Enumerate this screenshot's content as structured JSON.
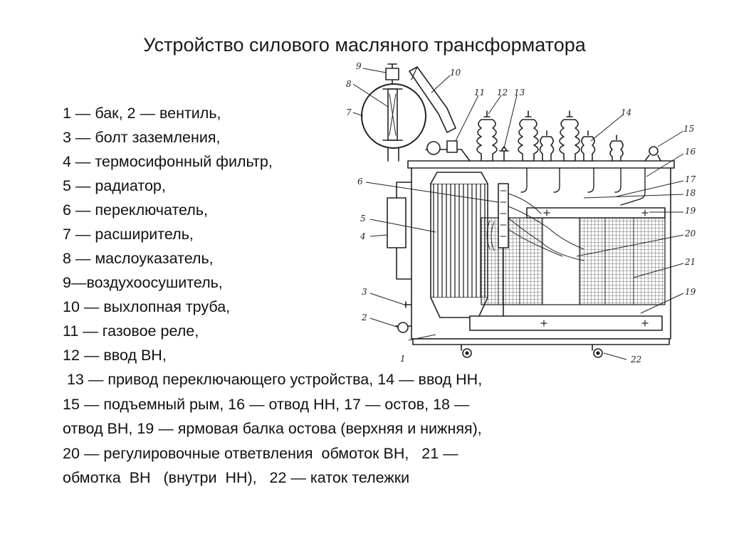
{
  "title": "Устройство силового масляного трансформатора",
  "legend_top": [
    "1 — бак, 2 — вентиль,",
    "3 — болт заземления,",
    "4 — термосифонный фильтр,",
    "5 — радиатор,",
    "6 — переключатель,",
    "7 — расширитель,",
    "8 — маслоуказатель,",
    "9—воздухоосушитель,",
    "10 — выхлопная труба,",
    "11 — газовое реле,",
    "12 — ввод ВН,"
  ],
  "legend_bottom": [
    " 13 — привод переключающего устройства, 14 — ввод НН,",
    "15 — подъемный рым, 16 — отвод НН, 17 — остов, 18 —",
    "отвод ВН, 19 — ярмовая балка остова (верхняя и нижняя),",
    "20 — регулировочные ответвления  обмоток ВН,   21 —",
    "обмотка  ВН   (внутри  НН),   22 — каток тележки"
  ],
  "callouts": {
    "n1": "1",
    "n2": "2",
    "n3": "3",
    "n4": "4",
    "n5": "5",
    "n6": "6",
    "n7": "7",
    "n8": "8",
    "n9": "9",
    "n10": "10",
    "n11": "11",
    "n12": "12",
    "n13": "13",
    "n14": "14",
    "n15": "15",
    "n16": "16",
    "n17": "17",
    "n18": "18",
    "n19a": "19",
    "n20": "20",
    "n21": "21",
    "n19b": "19",
    "n22": "22"
  },
  "colors": {
    "ink": "#222222",
    "background": "#ffffff"
  }
}
